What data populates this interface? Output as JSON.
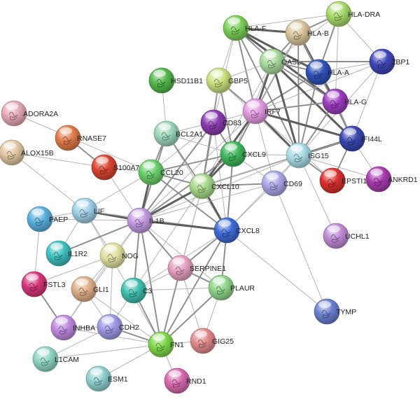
{
  "network": {
    "nodes": [
      {
        "id": "HLA-DRA",
        "label": "HLA-DRA",
        "color": "#a6d96a"
      },
      {
        "id": "HLA-F",
        "label": "HLA-F",
        "color": "#7ccf5a"
      },
      {
        "id": "HLA-B",
        "label": "HLA-B",
        "color": "#d8c49a"
      },
      {
        "id": "ZBP1",
        "label": "ZBP1",
        "color": "#3f47b6"
      },
      {
        "id": "OASL",
        "label": "OASL",
        "color": "#a9d99e"
      },
      {
        "id": "HLA-A",
        "label": "HLA-A",
        "color": "#2f52b8"
      },
      {
        "id": "HSD11B1",
        "label": "HSD11B1",
        "color": "#52b84a"
      },
      {
        "id": "GBP5",
        "label": "GBP5",
        "color": "#c9e07e"
      },
      {
        "id": "HLA-G",
        "label": "HLA-G",
        "color": "#9b3cbf"
      },
      {
        "id": "ADORA2A",
        "label": "ADORA2A",
        "color": "#e6a9b5"
      },
      {
        "id": "IRF7",
        "label": "IRF7",
        "color": "#e39ae0"
      },
      {
        "id": "CD83",
        "label": "CD83",
        "color": "#8a3cb0"
      },
      {
        "id": "RNASE7",
        "label": "RNASE7",
        "color": "#e07a4a"
      },
      {
        "id": "BCL2A1",
        "label": "BCL2A1",
        "color": "#9bd6b8"
      },
      {
        "id": "IFI44L",
        "label": "IFI44L",
        "color": "#3847b0"
      },
      {
        "id": "ALOX15B",
        "label": "ALOX15B",
        "color": "#e0c7a0"
      },
      {
        "id": "CXCL9",
        "label": "CXCL9",
        "color": "#3fb85a"
      },
      {
        "id": "S100A7",
        "label": "S100A7",
        "color": "#d9442f"
      },
      {
        "id": "ISG15",
        "label": "ISG15",
        "color": "#a8dbe6"
      },
      {
        "id": "ANKRD1",
        "label": "ANKRD1",
        "color": "#a83cb0"
      },
      {
        "id": "CCL20",
        "label": "CCL20",
        "color": "#6bcf6a"
      },
      {
        "id": "EPSTI1",
        "label": "EPSTI1",
        "color": "#d9302f"
      },
      {
        "id": "CXCL10",
        "label": "CXCL10",
        "color": "#a6d98a"
      },
      {
        "id": "CD69",
        "label": "CD69",
        "color": "#a9a6e6"
      },
      {
        "id": "LIF",
        "label": "LIF",
        "color": "#9fcfe6"
      },
      {
        "id": "PAEP",
        "label": "PAEP",
        "color": "#5ab0e0"
      },
      {
        "id": "IL1B",
        "label": "IL1B",
        "color": "#c39ae0"
      },
      {
        "id": "CXCL8",
        "label": "CXCL8",
        "color": "#3f6bd6"
      },
      {
        "id": "UCHL1",
        "label": "UCHL1",
        "color": "#c08ad6"
      },
      {
        "id": "IL1R2",
        "label": "IL1R2",
        "color": "#3fc0c0"
      },
      {
        "id": "NOG",
        "label": "NOG",
        "color": "#e0e0a0"
      },
      {
        "id": "SERPINE1",
        "label": "SERPINE1",
        "color": "#e6a0bf"
      },
      {
        "id": "FSTL3",
        "label": "FSTL3",
        "color": "#d6367a"
      },
      {
        "id": "GLI1",
        "label": "GLI1",
        "color": "#e0b08a"
      },
      {
        "id": "C3",
        "label": "C3",
        "color": "#3fbfb0"
      },
      {
        "id": "PLAUR",
        "label": "PLAUR",
        "color": "#8fd68a"
      },
      {
        "id": "TYMP",
        "label": "TYMP",
        "color": "#6a7fd0"
      },
      {
        "id": "INHBA",
        "label": "INHBA",
        "color": "#c08ae0"
      },
      {
        "id": "CDH2",
        "label": "CDH2",
        "color": "#9f9ae6"
      },
      {
        "id": "FN1",
        "label": "FN1",
        "color": "#7fd64a"
      },
      {
        "id": "GIG25",
        "label": "GIG25",
        "color": "#e08a8a"
      },
      {
        "id": "L1CAM",
        "label": "L1CAM",
        "color": "#8fd6c0"
      },
      {
        "id": "ESM1",
        "label": "ESM1",
        "color": "#8fd0d0"
      },
      {
        "id": "RND1",
        "label": "RND1",
        "color": "#d66ab0"
      }
    ],
    "edges": [
      [
        "HLA-DRA",
        "HLA-B",
        2
      ],
      [
        "HLA-DRA",
        "HLA-A",
        2
      ],
      [
        "HLA-DRA",
        "HLA-F",
        1
      ],
      [
        "HLA-DRA",
        "HLA-G",
        1
      ],
      [
        "HLA-DRA",
        "OASL",
        1
      ],
      [
        "HLA-F",
        "HLA-B",
        3
      ],
      [
        "HLA-F",
        "HLA-A",
        3
      ],
      [
        "HLA-F",
        "HLA-G",
        3
      ],
      [
        "HLA-F",
        "OASL",
        2
      ],
      [
        "HLA-F",
        "IRF7",
        2
      ],
      [
        "HLA-F",
        "ISG15",
        2
      ],
      [
        "HLA-F",
        "CD83",
        1
      ],
      [
        "HLA-B",
        "HLA-A",
        3
      ],
      [
        "HLA-B",
        "HLA-G",
        3
      ],
      [
        "HLA-B",
        "OASL",
        2
      ],
      [
        "HLA-B",
        "IRF7",
        2
      ],
      [
        "HLA-B",
        "ISG15",
        2
      ],
      [
        "HLA-B",
        "IFI44L",
        1
      ],
      [
        "HLA-B",
        "CXCL9",
        1
      ],
      [
        "HLA-A",
        "HLA-G",
        3
      ],
      [
        "HLA-A",
        "OASL",
        2
      ],
      [
        "HLA-A",
        "IRF7",
        2
      ],
      [
        "HLA-A",
        "ISG15",
        2
      ],
      [
        "HLA-A",
        "IFI44L",
        2
      ],
      [
        "HLA-A",
        "ZBP1",
        1
      ],
      [
        "ZBP1",
        "OASL",
        2
      ],
      [
        "ZBP1",
        "ISG15",
        1
      ],
      [
        "ZBP1",
        "IFI44L",
        1
      ],
      [
        "ZBP1",
        "IRF7",
        1
      ],
      [
        "ZBP1",
        "HLA-DRA",
        1
      ],
      [
        "OASL",
        "IRF7",
        3
      ],
      [
        "OASL",
        "ISG15",
        3
      ],
      [
        "OASL",
        "IFI44L",
        3
      ],
      [
        "OASL",
        "HLA-G",
        2
      ],
      [
        "OASL",
        "CXCL10",
        1
      ],
      [
        "OASL",
        "GBP5",
        1
      ],
      [
        "OASL",
        "CXCL9",
        1
      ],
      [
        "GBP5",
        "IRF7",
        2
      ],
      [
        "GBP5",
        "CXCL9",
        2
      ],
      [
        "GBP5",
        "CXCL10",
        2
      ],
      [
        "GBP5",
        "ISG15",
        1
      ],
      [
        "GBP5",
        "CD83",
        1
      ],
      [
        "GBP5",
        "HLA-F",
        1
      ],
      [
        "HLA-G",
        "IRF7",
        2
      ],
      [
        "HLA-G",
        "ISG15",
        2
      ],
      [
        "HLA-G",
        "IFI44L",
        2
      ],
      [
        "IRF7",
        "ISG15",
        3
      ],
      [
        "IRF7",
        "IFI44L",
        3
      ],
      [
        "IRF7",
        "CXCL10",
        3
      ],
      [
        "IRF7",
        "CXCL9",
        2
      ],
      [
        "IRF7",
        "CD83",
        1
      ],
      [
        "IRF7",
        "CD69",
        1
      ],
      [
        "IRF7",
        "EPSTI1",
        1
      ],
      [
        "IRF7",
        "IL1B",
        1
      ],
      [
        "ISG15",
        "IFI44L",
        3
      ],
      [
        "ISG15",
        "CXCL10",
        2
      ],
      [
        "ISG15",
        "EPSTI1",
        2
      ],
      [
        "ISG15",
        "CD69",
        1
      ],
      [
        "ISG15",
        "CXCL9",
        1
      ],
      [
        "ISG15",
        "UCHL1",
        1
      ],
      [
        "ISG15",
        "ANKRD1",
        1
      ],
      [
        "ISG15",
        "IL1B",
        1
      ],
      [
        "ISG15",
        "CXCL8",
        1
      ],
      [
        "IFI44L",
        "EPSTI1",
        2
      ],
      [
        "IFI44L",
        "ANKRD1",
        1
      ],
      [
        "IFI44L",
        "CXCL10",
        1
      ],
      [
        "CD83",
        "CXCL9",
        2
      ],
      [
        "CD83",
        "CXCL10",
        2
      ],
      [
        "CD83",
        "CCL20",
        1
      ],
      [
        "CD83",
        "IL1B",
        2
      ],
      [
        "CD83",
        "CXCL8",
        1
      ],
      [
        "CD83",
        "BCL2A1",
        1
      ],
      [
        "CXCL9",
        "CXCL10",
        3
      ],
      [
        "CXCL9",
        "CCL20",
        2
      ],
      [
        "CXCL9",
        "IL1B",
        2
      ],
      [
        "CXCL9",
        "CXCL8",
        2
      ],
      [
        "CXCL9",
        "CD69",
        1
      ],
      [
        "CXCL9",
        "BCL2A1",
        1
      ],
      [
        "HSD11B1",
        "BCL2A1",
        1
      ],
      [
        "BCL2A1",
        "CCL20",
        2
      ],
      [
        "BCL2A1",
        "CXCL10",
        2
      ],
      [
        "BCL2A1",
        "IL1B",
        2
      ],
      [
        "BCL2A1",
        "CXCL8",
        1
      ],
      [
        "ADORA2A",
        "CCL20",
        1
      ],
      [
        "RNASE7",
        "S100A7",
        2
      ],
      [
        "ALOX15B",
        "LIF",
        1
      ],
      [
        "ALOX15B",
        "S100A7",
        1
      ],
      [
        "S100A7",
        "IL1B",
        1
      ],
      [
        "S100A7",
        "CCL20",
        1
      ],
      [
        "CCL20",
        "CXCL10",
        2
      ],
      [
        "CCL20",
        "IL1B",
        3
      ],
      [
        "CCL20",
        "CXCL8",
        2
      ],
      [
        "CCL20",
        "LIF",
        1
      ],
      [
        "CXCL10",
        "CD69",
        2
      ],
      [
        "CXCL10",
        "IL1B",
        3
      ],
      [
        "CXCL10",
        "CXCL8",
        3
      ],
      [
        "CXCL10",
        "SERPINE1",
        1
      ],
      [
        "CXCL10",
        "C3",
        1
      ],
      [
        "CXCL10",
        "FN1",
        1
      ],
      [
        "CD69",
        "IL1B",
        1
      ],
      [
        "CD69",
        "CXCL8",
        1
      ],
      [
        "CD69",
        "TYMP",
        1
      ],
      [
        "LIF",
        "IL1B",
        3
      ],
      [
        "LIF",
        "PAEP",
        1
      ],
      [
        "LIF",
        "NOG",
        1
      ],
      [
        "LIF",
        "IL1R2",
        1
      ],
      [
        "LIF",
        "FN1",
        1
      ],
      [
        "LIF",
        "CXCL8",
        1
      ],
      [
        "IL1B",
        "CXCL8",
        3
      ],
      [
        "IL1B",
        "IL1R2",
        2
      ],
      [
        "IL1B",
        "SERPINE1",
        2
      ],
      [
        "IL1B",
        "C3",
        2
      ],
      [
        "IL1B",
        "FN1",
        2
      ],
      [
        "IL1B",
        "NOG",
        1
      ],
      [
        "IL1B",
        "PLAUR",
        1
      ],
      [
        "IL1B",
        "INHBA",
        1
      ],
      [
        "CXCL8",
        "SERPINE1",
        2
      ],
      [
        "CXCL8",
        "PLAUR",
        2
      ],
      [
        "CXCL8",
        "C3",
        1
      ],
      [
        "CXCL8",
        "FN1",
        2
      ],
      [
        "CXCL8",
        "TYMP",
        1
      ],
      [
        "PAEP",
        "FSTL3",
        1
      ],
      [
        "PAEP",
        "IL1B",
        1
      ],
      [
        "NOG",
        "GLI1",
        1
      ],
      [
        "NOG",
        "INHBA",
        1
      ],
      [
        "NOG",
        "CDH2",
        1
      ],
      [
        "NOG",
        "FSTL3",
        1
      ],
      [
        "SERPINE1",
        "PLAUR",
        2
      ],
      [
        "SERPINE1",
        "FN1",
        2
      ],
      [
        "SERPINE1",
        "C3",
        1
      ],
      [
        "SERPINE1",
        "GIG25",
        1
      ],
      [
        "FSTL3",
        "INHBA",
        2
      ],
      [
        "GLI1",
        "CDH2",
        1
      ],
      [
        "GLI1",
        "FN1",
        1
      ],
      [
        "C3",
        "FN1",
        2
      ],
      [
        "C3",
        "CDH2",
        1
      ],
      [
        "C3",
        "PLAUR",
        1
      ],
      [
        "PLAUR",
        "FN1",
        2
      ],
      [
        "PLAUR",
        "GIG25",
        1
      ],
      [
        "INHBA",
        "CDH2",
        1
      ],
      [
        "INHBA",
        "FN1",
        1
      ],
      [
        "CDH2",
        "FN1",
        2
      ],
      [
        "CDH2",
        "L1CAM",
        1
      ],
      [
        "FN1",
        "GIG25",
        1
      ],
      [
        "FN1",
        "ESM1",
        1
      ],
      [
        "FN1",
        "RND1",
        1
      ],
      [
        "FN1",
        "L1CAM",
        1
      ]
    ]
  }
}
